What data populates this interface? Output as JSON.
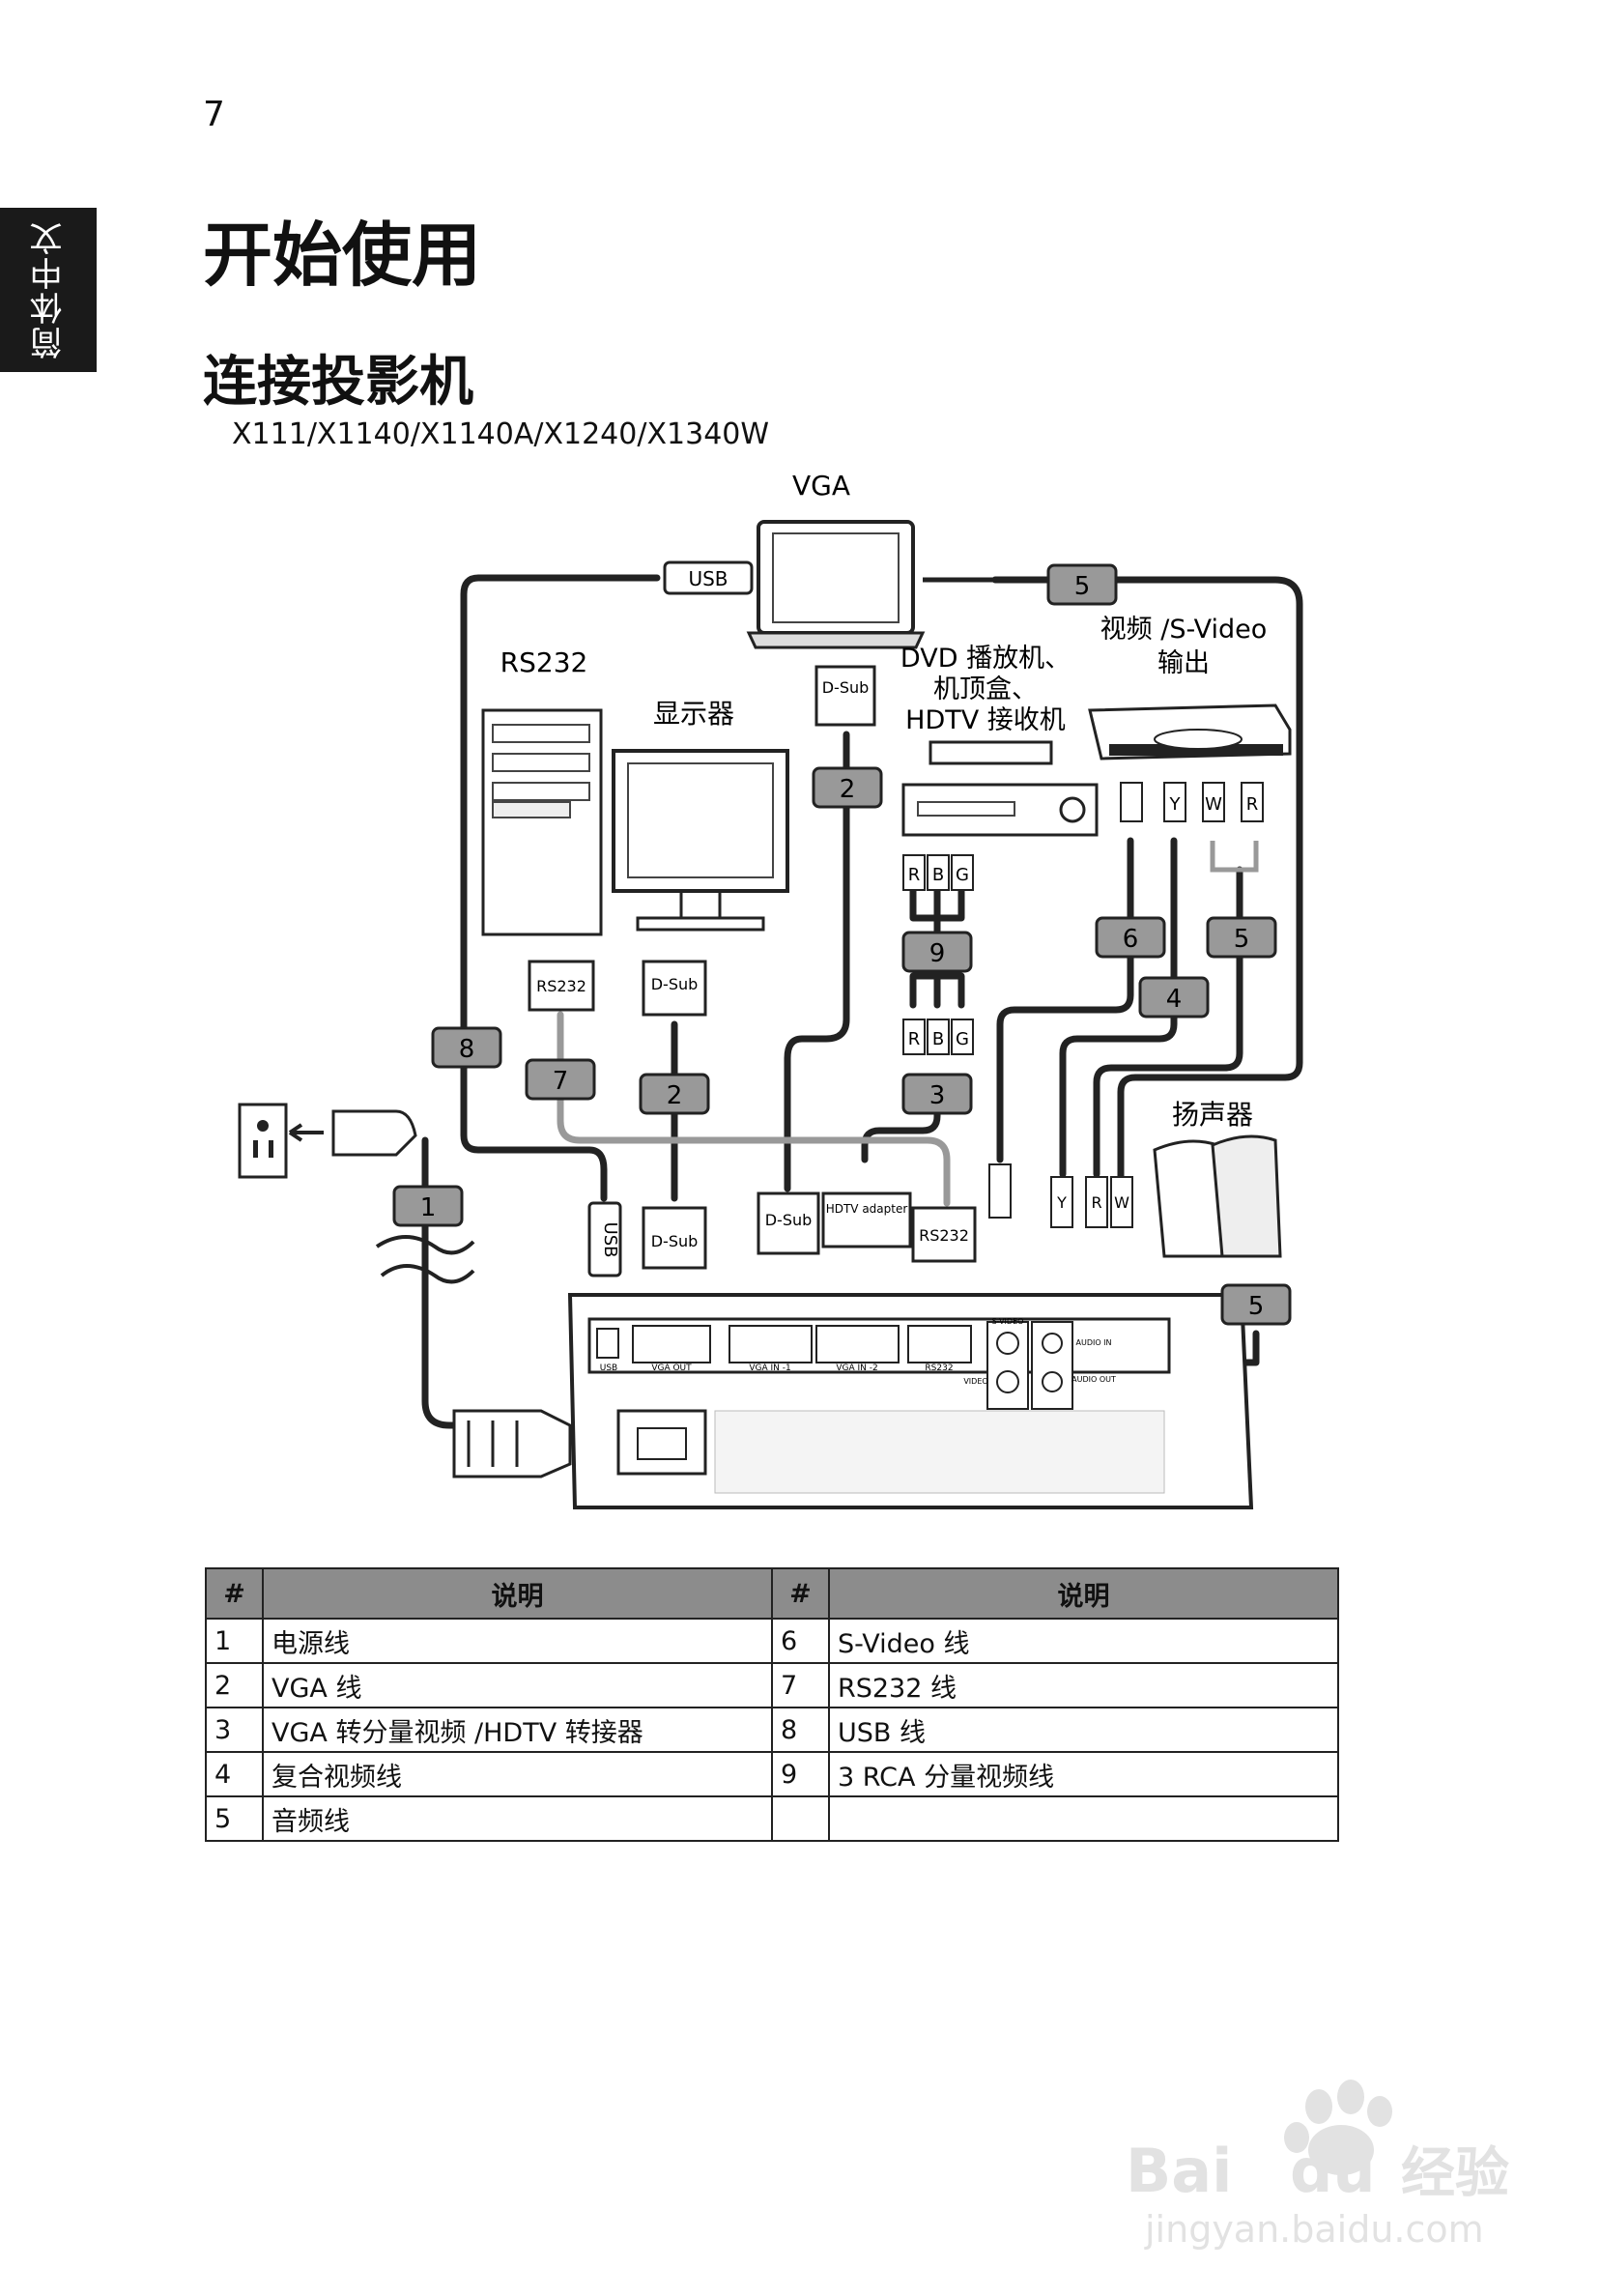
{
  "page_number": "7",
  "language_tab": "简体中文",
  "title": "开始使用",
  "section_title": "连接投影机",
  "models": "X111/X1140/X1140A/X1240/X1340W",
  "diagram": {
    "labels": {
      "vga": "VGA",
      "rs232": "RS232",
      "monitor": "显示器",
      "dvd_line1": "DVD 播放机、",
      "dvd_line2": "机顶盒、",
      "dvd_line3": "HDTV 接收机",
      "video_out_line1": "视频 /S-Video",
      "video_out_line2": "输出",
      "speakers": "扬声器"
    },
    "connectors": {
      "usb": "USB",
      "dsub": "D-Sub",
      "rs232": "RS232",
      "hdtv_adapter": "HDTV adapter",
      "r": "R",
      "b": "B",
      "g": "G",
      "y": "Y",
      "w": "W"
    },
    "callouts": [
      "5",
      "2",
      "6",
      "5",
      "9",
      "4",
      "8",
      "7",
      "2",
      "3",
      "1",
      "5"
    ],
    "ports": {
      "usb": "USB",
      "vga_out": "VGA OUT",
      "vga_in1": "VGA IN -1",
      "vga_in2": "VGA IN -2",
      "rs232": "RS232",
      "s_video": "S-VIDEO",
      "video": "VIDEO",
      "audio_in": "AUDIO IN",
      "audio_out": "AUDIO OUT"
    }
  },
  "legend": {
    "header_num": "#",
    "header_desc": "说明",
    "rows": [
      {
        "n1": "1",
        "d1": "电源线",
        "n2": "6",
        "d2": "S-Video 线"
      },
      {
        "n1": "2",
        "d1": "VGA 线",
        "n2": "7",
        "d2": "RS232 线"
      },
      {
        "n1": "3",
        "d1": "VGA 转分量视频 /HDTV 转接器",
        "n2": "8",
        "d2": "USB 线"
      },
      {
        "n1": "4",
        "d1": "复合视频线",
        "n2": "9",
        "d2": "3 RCA 分量视频线"
      },
      {
        "n1": "5",
        "d1": "音频线",
        "n2": "",
        "d2": ""
      }
    ]
  },
  "watermark": {
    "brand": "Bai",
    "brand2": "du",
    "cn": "经验",
    "url": "jingyan.baidu.com"
  }
}
